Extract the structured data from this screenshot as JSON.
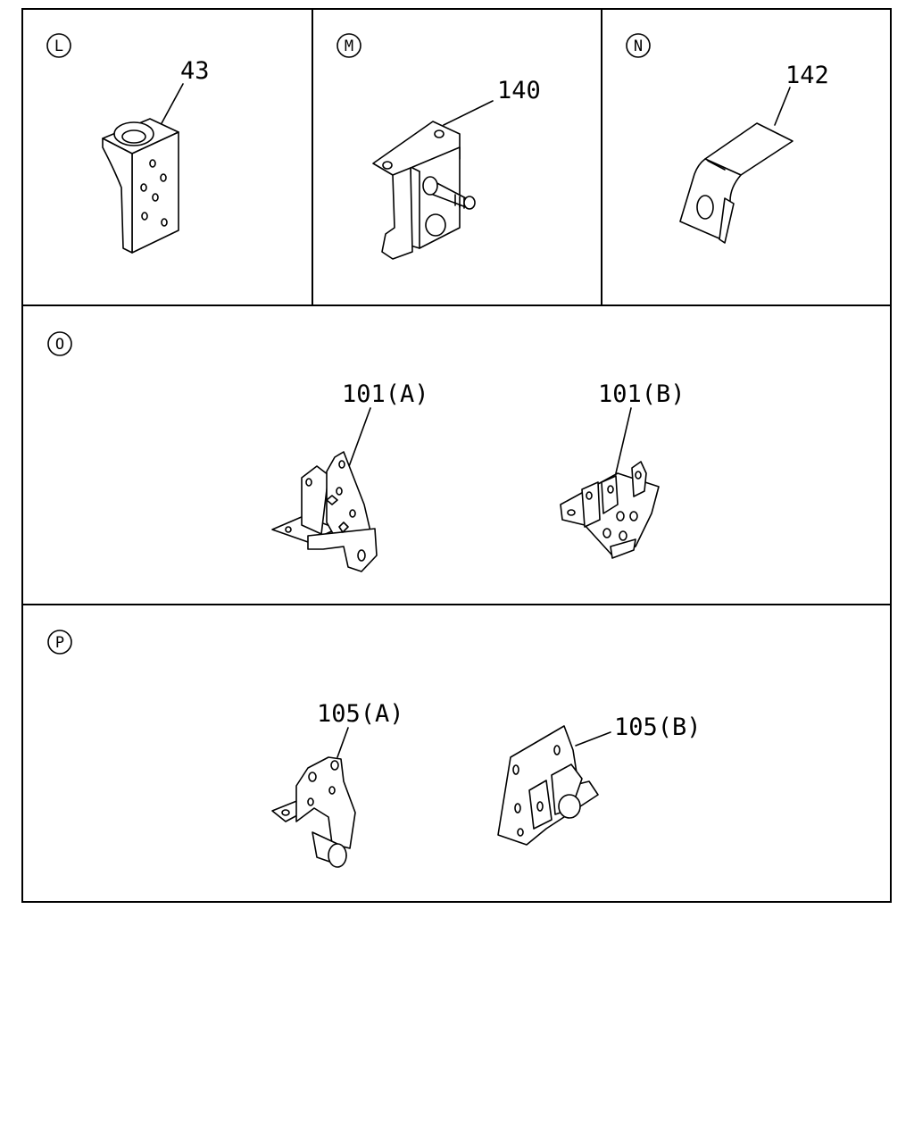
{
  "sections": {
    "L": {
      "letter": "L",
      "part": "43"
    },
    "M": {
      "letter": "M",
      "part": "140"
    },
    "N": {
      "letter": "N",
      "part": "142"
    },
    "O": {
      "letter": "O",
      "parts": [
        "101(A)",
        "101(B)"
      ]
    },
    "P": {
      "letter": "P",
      "parts": [
        "105(A)",
        "105(B)"
      ]
    }
  }
}
